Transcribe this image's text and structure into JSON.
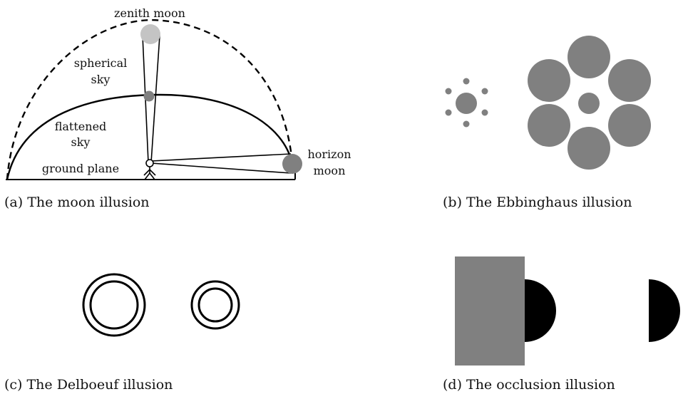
{
  "panels": {
    "moon": {
      "caption": "(a) The moon illusion",
      "labels": {
        "zenith": "zenith moon",
        "spherical_1": "spherical",
        "spherical_2": "sky",
        "flattened_1": "flattened",
        "flattened_2": "sky",
        "ground": "ground plane",
        "horizon_1": "horizon",
        "horizon_2": "moon"
      }
    },
    "ebbinghaus": {
      "caption": "(b) The Ebbinghaus illusion"
    },
    "delboeuf": {
      "caption": "(c) The Delboeuf illusion"
    },
    "occlusion": {
      "caption": "(d) The occlusion illusion"
    }
  },
  "colors": {
    "zenith_moon": "#c4c4c4",
    "gray": "#808080",
    "ink": "#000000"
  }
}
